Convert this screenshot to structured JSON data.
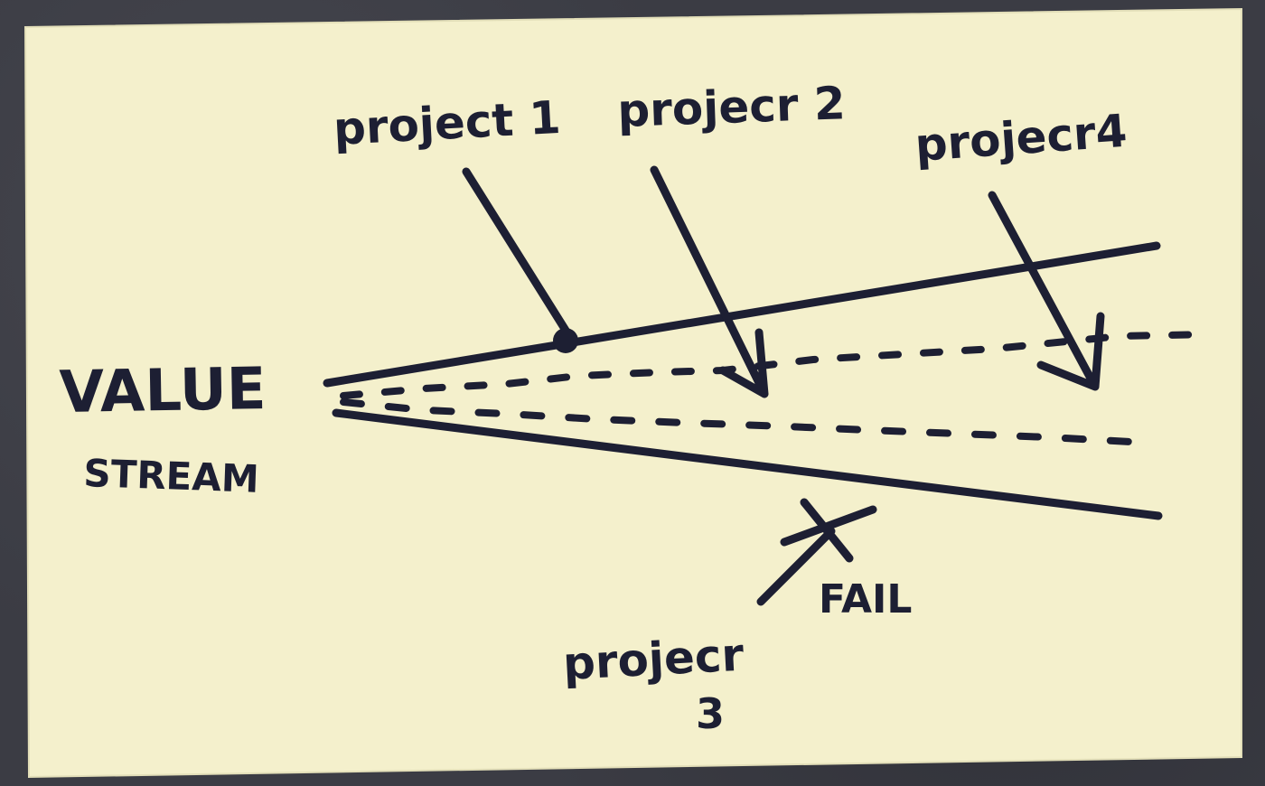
{
  "labels": {
    "value": "VALUE",
    "stream": "STREAM",
    "project1": "project 1",
    "project2": "projecr 2",
    "project4": "projecr4",
    "project3_line1": "projecr",
    "project3_line2": "3",
    "fail": "FAIL"
  },
  "colors": {
    "card": "#f4f0cc",
    "ink": "#1d1f33",
    "background": "#3b3c44"
  }
}
